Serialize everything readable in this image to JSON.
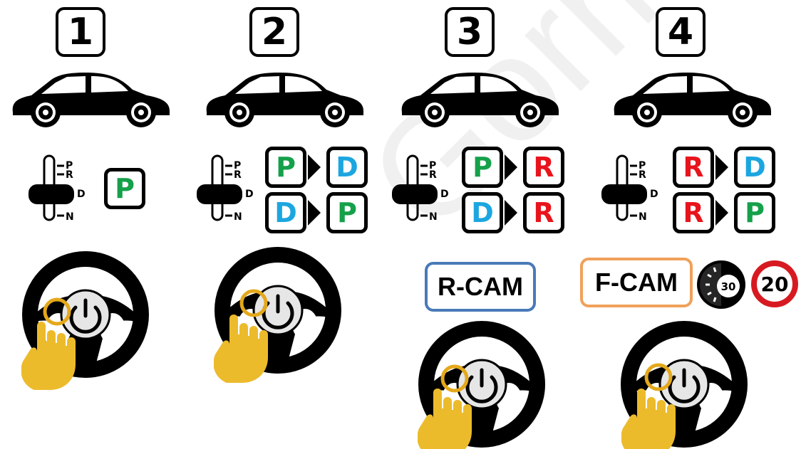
{
  "colors": {
    "park_green": "#15a04a",
    "drive_blue": "#1ca6e0",
    "reverse_red": "#e8141c",
    "rcam_border": "#4a7ab8",
    "fcam_border": "#f0a15a",
    "hand_yellow": "#ecbb2c",
    "ring_orange": "#e4a81a",
    "speed_red": "#d71a21"
  },
  "icons": [
    "car-icon",
    "gear-shifter-icon",
    "steering-wheel-icon",
    "power-icon",
    "hand-pointer-icon",
    "stopwatch-icon",
    "speed-limit-sign-icon"
  ],
  "steps": [
    {
      "number": "1",
      "transitions": [],
      "single_gear": "P"
    },
    {
      "number": "2",
      "transitions": [
        [
          "P",
          "D"
        ],
        [
          "D",
          "P"
        ]
      ]
    },
    {
      "number": "3",
      "transitions": [
        [
          "P",
          "R"
        ],
        [
          "D",
          "R"
        ]
      ],
      "camera": "R-CAM"
    },
    {
      "number": "4",
      "transitions": [
        [
          "R",
          "D"
        ],
        [
          "R",
          "P"
        ]
      ],
      "camera": "F-CAM",
      "timer_value": "30",
      "speed_limit": "20"
    }
  ],
  "shifter_labels": {
    "p": "P",
    "r": "R",
    "d": "D",
    "n": "N"
  },
  "watermark": "Gorme"
}
